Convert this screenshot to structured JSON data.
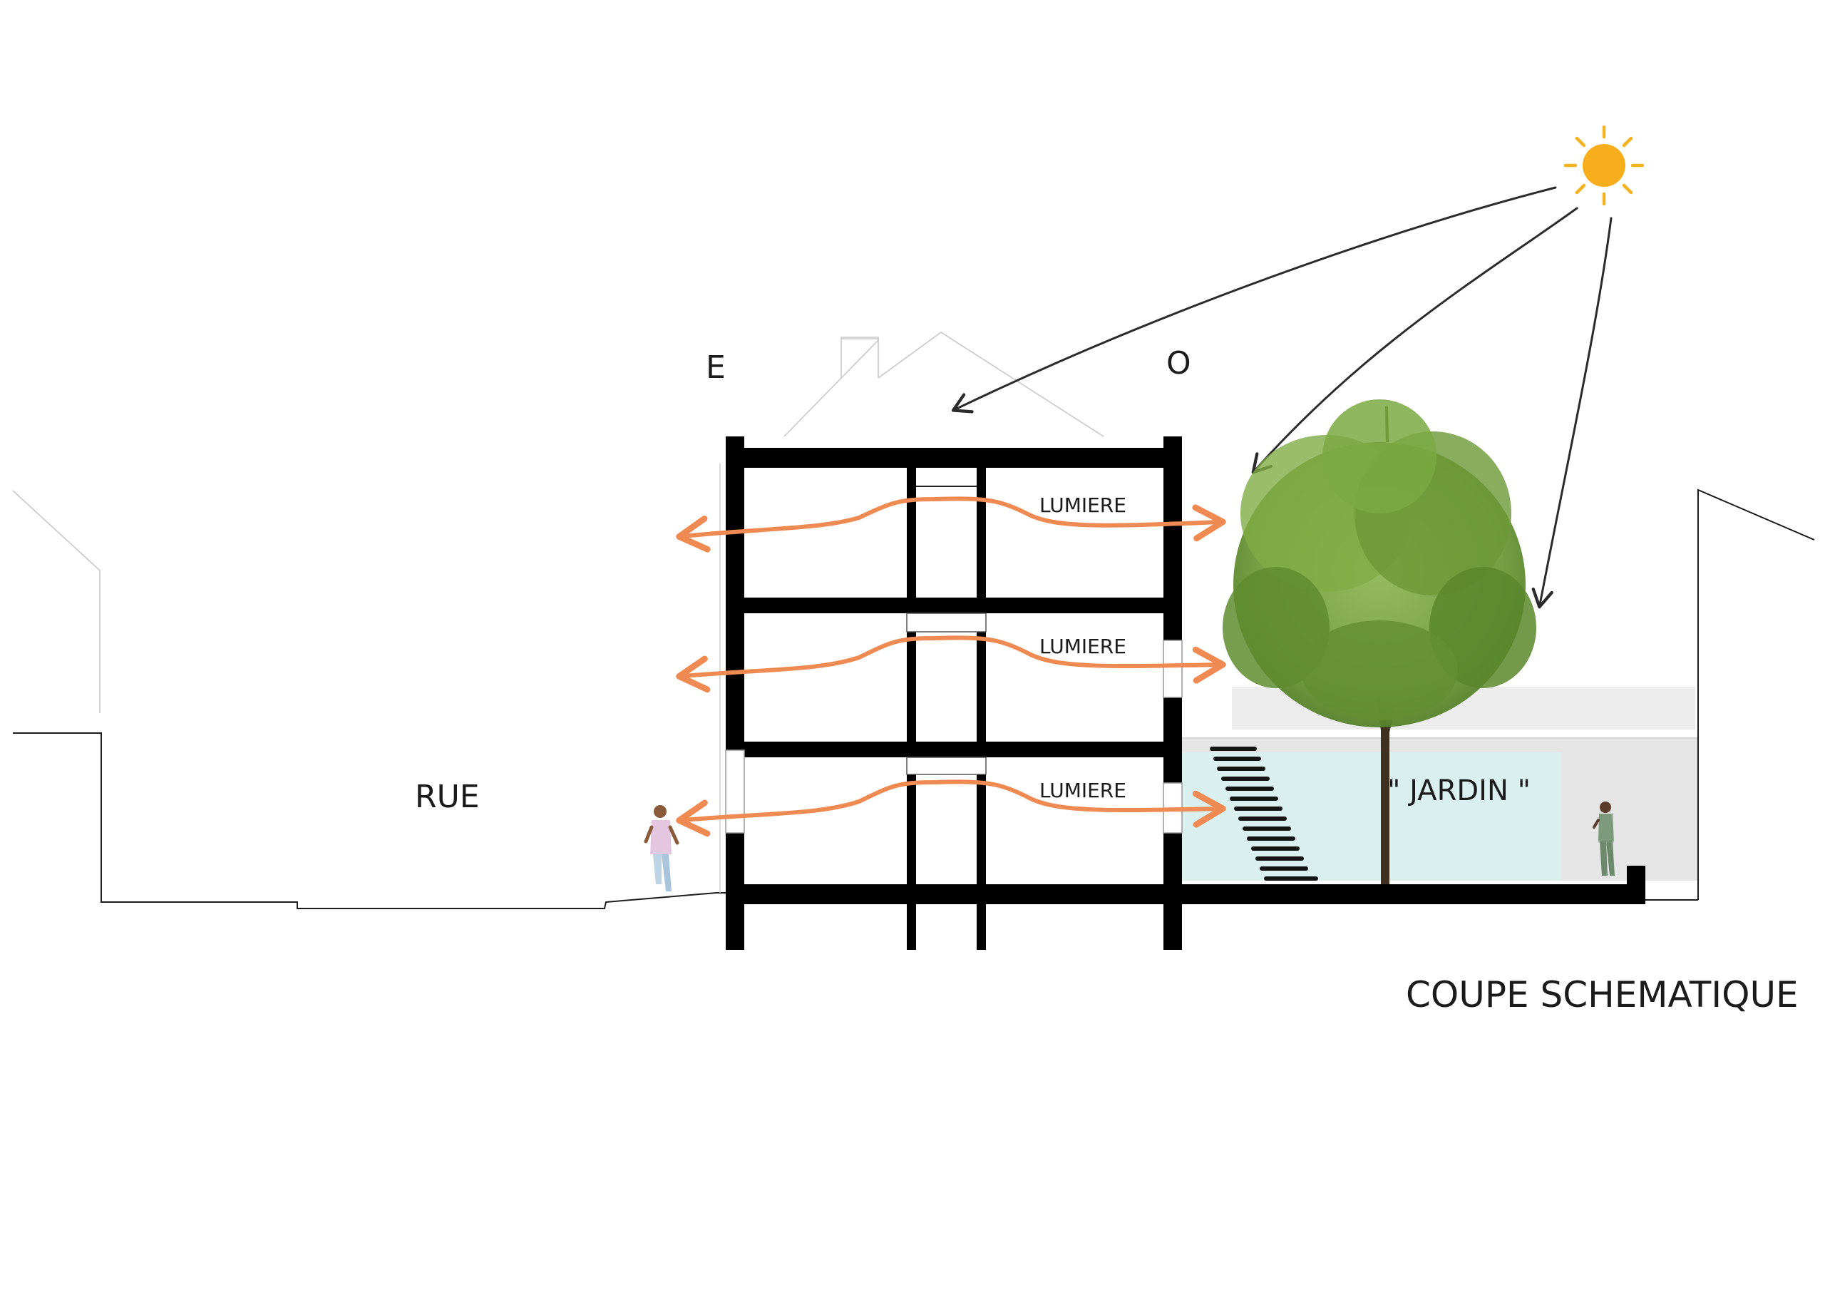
{
  "labels": {
    "orientation_east": "E",
    "orientation_west": "O",
    "street": "RUE",
    "light_floor_3": "LUMIERE",
    "light_floor_2": "LUMIERE",
    "light_floor_1": "LUMIERE",
    "garden": "\" JARDIN \"",
    "title": "COUPE SCHEMATIQUE"
  },
  "colors": {
    "light_arrows": "#ef8b52",
    "sun": "#f6ae1c",
    "garden_pool": "#d9f0ee",
    "garden_wall": "#eaeaea",
    "tree_foliage": "#6f9a3a",
    "structure": "#000000"
  },
  "icons": {
    "sun": "sun-icon",
    "tree": "tree-icon",
    "person_street": "person-icon",
    "person_garden": "person-icon"
  }
}
